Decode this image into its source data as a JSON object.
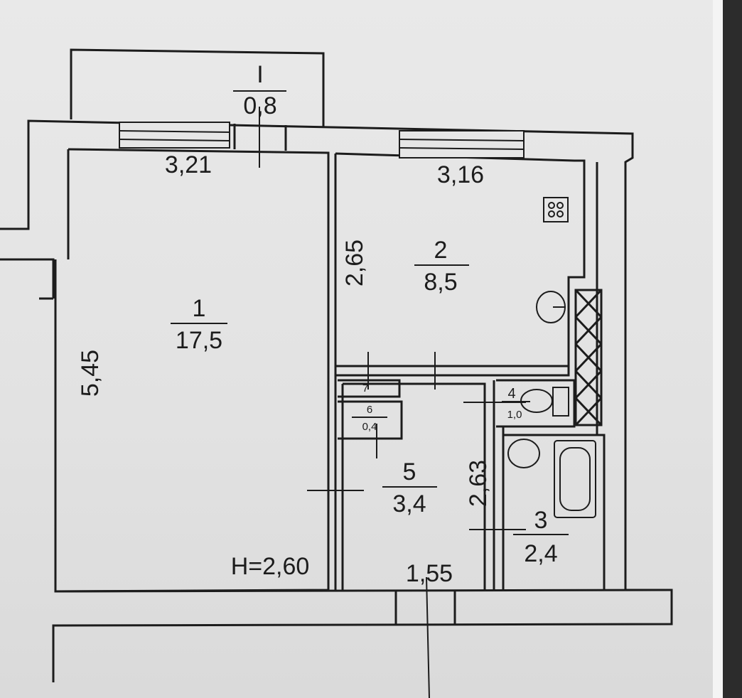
{
  "rooms": [
    {
      "number": "1",
      "area": "17,5"
    },
    {
      "number": "2",
      "area": "8,5"
    },
    {
      "number": "3",
      "area": "2,4"
    },
    {
      "number": "4",
      "area": "1,0"
    },
    {
      "number": "5",
      "area": "3,4"
    },
    {
      "number": "6",
      "area": "0,4"
    },
    {
      "number": "7",
      "area": ""
    },
    {
      "number": "I",
      "area": "0,8"
    }
  ],
  "dimensions": {
    "room1_width": "3,21",
    "room1_length": "5,45",
    "room2_width": "3,16",
    "room2_length": "2,65",
    "room5_length": "2,63",
    "room5_width": "1,55"
  },
  "ceiling_height": "H=2,60",
  "colors": {
    "paper": "#e6e6e6",
    "ink": "#1c1c1c",
    "edge": "#2c2c2c"
  }
}
